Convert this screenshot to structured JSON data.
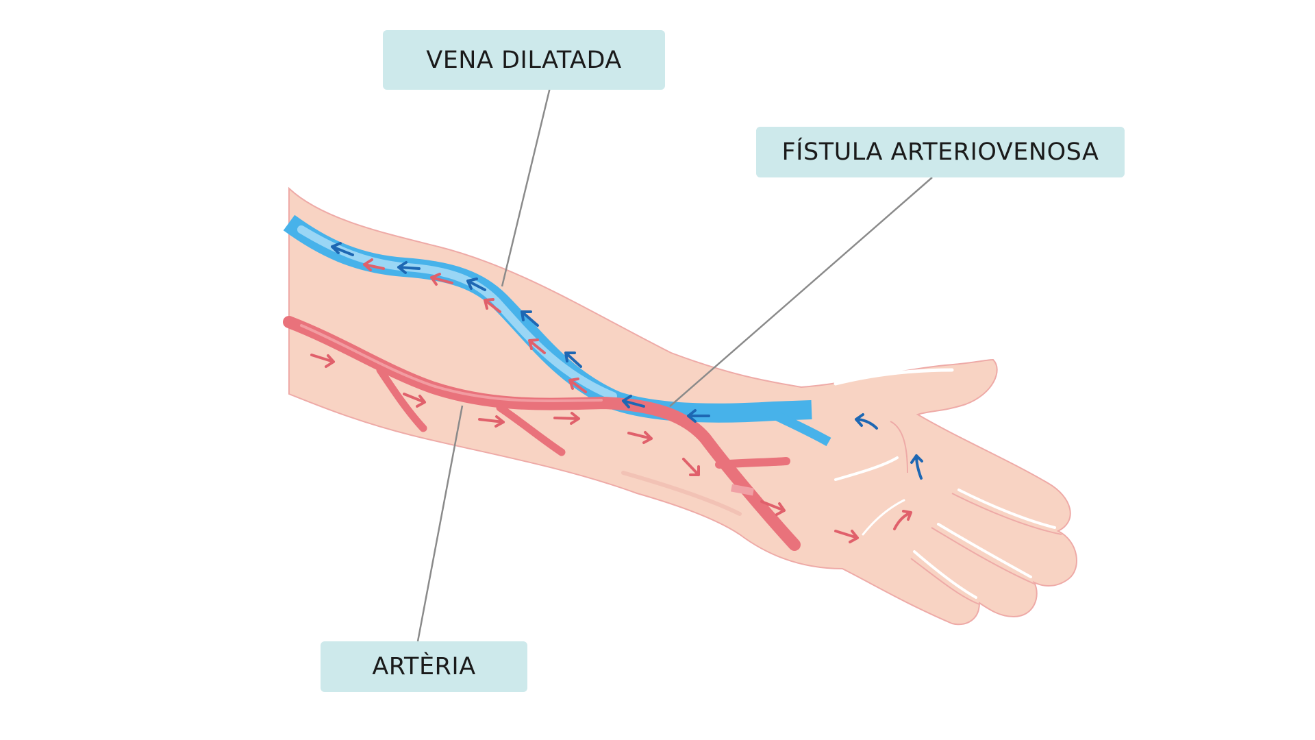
{
  "labels": {
    "vena": "VENA DILATADA",
    "fistula": "FÍSTULA ARTERIOVENOSA",
    "arteria": "ARTÈRIA"
  },
  "colors": {
    "background": "#ffffff",
    "skin": "#f8d3c3",
    "skin_outline": "#eeaaa7",
    "vein": "#47b2ea",
    "vein_highlight": "#a9dcf7",
    "artery": "#e9727b",
    "artery_dark": "#d85a67",
    "arrow_blue": "#1d67b3",
    "arrow_red": "#e0606b",
    "label_bg": "#cde9eb",
    "leader_line": "#8a8a8a"
  }
}
